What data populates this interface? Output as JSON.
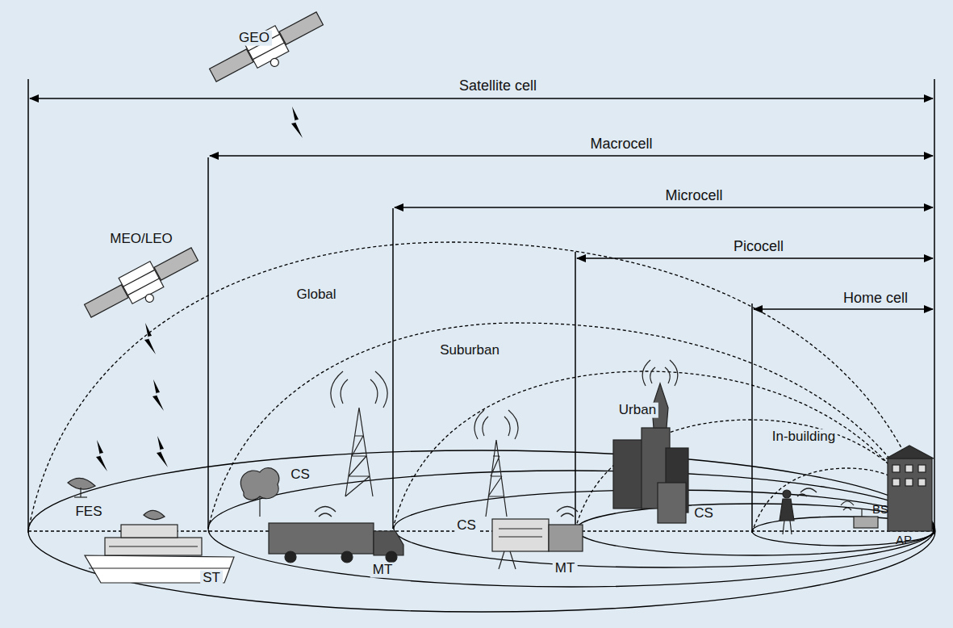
{
  "diagram": {
    "labels": [
      "GEO",
      "Satellite cell",
      "Macrocell",
      "MEO/LEO",
      "Microcell",
      "Picocell",
      "Global",
      "Home cell",
      "Suburban",
      "Urban",
      "In-building",
      "CS",
      "CS",
      "CS",
      "BS",
      "FES",
      "MT",
      "MT",
      "AP",
      "ST"
    ]
  }
}
